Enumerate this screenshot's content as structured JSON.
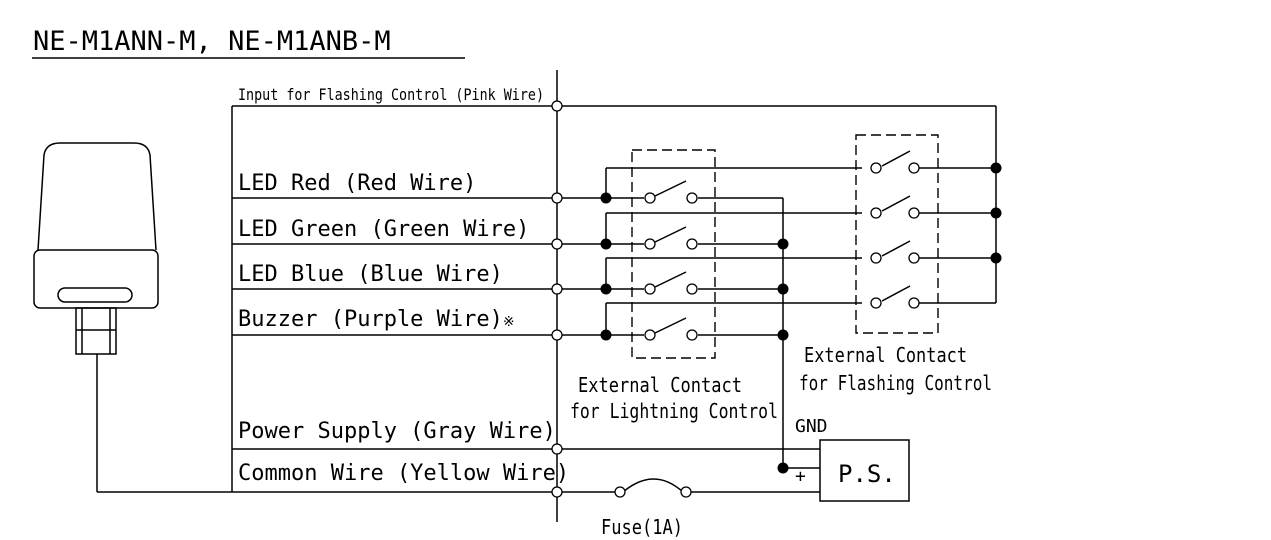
{
  "title": "NE-M1ANN-M, NE-M1ANB-M",
  "wire_labels": {
    "flashing_input": "Input for Flashing Control (Pink Wire)",
    "led_red": "LED Red (Red Wire)",
    "led_green": "LED Green (Green Wire)",
    "led_blue": "LED Blue (Blue Wire)",
    "buzzer": "Buzzer (Purple Wire)",
    "buzzer_mark": "※",
    "power_supply": "Power Supply (Gray Wire)",
    "common_wire": "Common Wire (Yellow Wire)"
  },
  "lighting_contact": {
    "line1": "External Contact",
    "line2": "for Lightning Control"
  },
  "flashing_contact": {
    "line1": "External Contact",
    "line2": "for Flashing Control"
  },
  "power_supply": {
    "label": "P.S.",
    "gnd": "GND",
    "plus": "+"
  },
  "fuse": {
    "label": "Fuse(1A)"
  },
  "colors": {
    "line": "#000000",
    "background": "#ffffff"
  }
}
